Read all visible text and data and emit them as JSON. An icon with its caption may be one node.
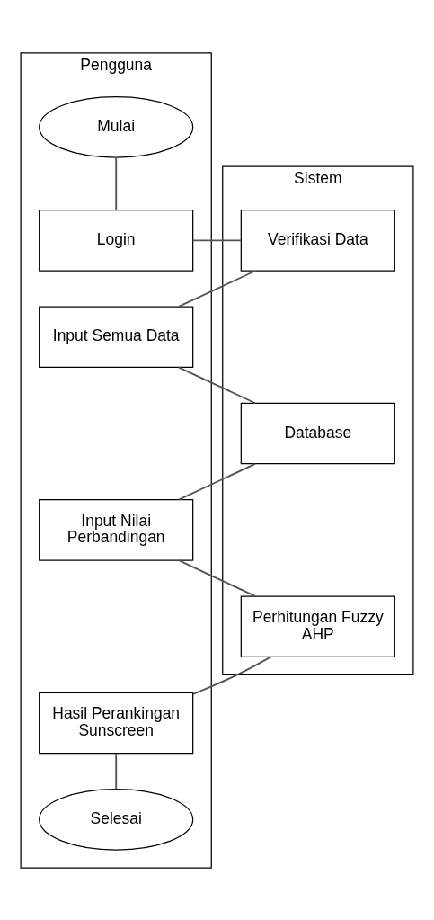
{
  "diagram": {
    "nodes": [
      {
        "text": [
          "Pengguna"
        ]
      },
      {
        "text": [
          "Sistem"
        ]
      },
      {
        "text": [
          "Mulai"
        ],
        "in": 0
      },
      {
        "text": [
          "Login"
        ],
        "in": 0
      },
      {
        "text": [
          "Verifikasi Data"
        ],
        "in": 1
      },
      {
        "text": [
          "Input Semua Data"
        ],
        "in": 0
      },
      {
        "text": [
          "Database"
        ],
        "in": 1
      },
      {
        "text": [
          "Input Nilai Perbandingan"
        ],
        "in": 0
      },
      {
        "text": [
          "Perhitungan Fuzzy AHP"
        ],
        "in": 1
      },
      {
        "text": [
          "Hasil Perankingan Sunscreen"
        ],
        "in": 0
      },
      {
        "text": [
          "Selesai"
        ],
        "in": 0
      }
    ],
    "edges": [
      {
        "from": 2,
        "to": 3,
        "arrow": "none"
      },
      {
        "from": 3,
        "to": 4,
        "arrow": "none"
      },
      {
        "from": 4,
        "to": 5,
        "arrow": "none"
      },
      {
        "from": 5,
        "to": 6,
        "arrow": "none"
      },
      {
        "from": 6,
        "to": 7,
        "arrow": "none"
      },
      {
        "from": 7,
        "to": 8,
        "arrow": "none"
      },
      {
        "from": 8,
        "to": 9,
        "arrow": "none"
      },
      {
        "from": 9,
        "to": 10,
        "arrow": "none"
      }
    ]
  }
}
